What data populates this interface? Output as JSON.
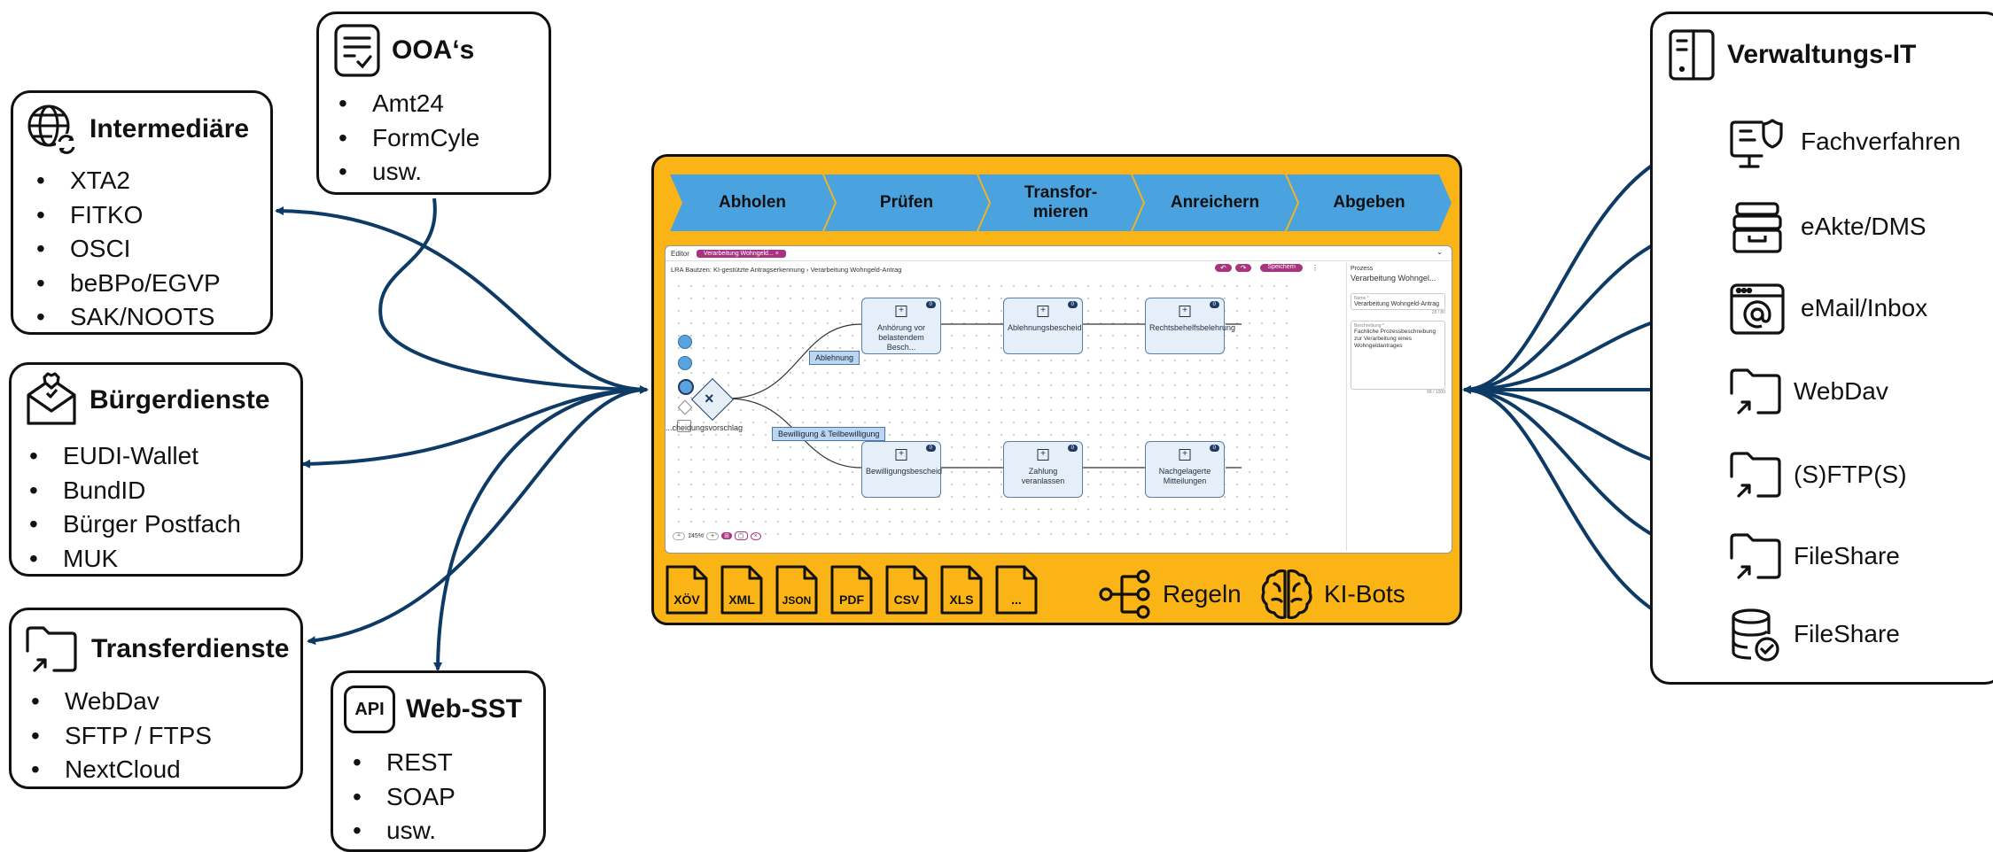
{
  "intermediaere": {
    "title": "Intermediäre",
    "items": [
      "XTA2",
      "FITKO",
      "OSCI",
      "beBPo/EGVP",
      "SAK/NOOTS"
    ]
  },
  "ooa": {
    "title": "OOA‘s",
    "items": [
      "Amt24",
      "FormCyle",
      "usw."
    ]
  },
  "buergerdienste": {
    "title": "Bürgerdienste",
    "items": [
      "EUDI-Wallet",
      "BundID",
      "Bürger Postfach",
      "MUK"
    ]
  },
  "transferdienste": {
    "title": "Transferdienste",
    "items": [
      "WebDav",
      "SFTP / FTPS",
      "NextCloud"
    ]
  },
  "websst": {
    "title": "Web-SST",
    "icon_text": "API",
    "items": [
      "REST",
      "SOAP",
      "usw."
    ]
  },
  "verwaltung": {
    "title": "Verwaltungs-IT",
    "items": [
      {
        "label": "Fachverfahren",
        "icon": "monitor-shield-icon"
      },
      {
        "label": "eAkte/DMS",
        "icon": "archive-box-icon"
      },
      {
        "label": "eMail/Inbox",
        "icon": "browser-at-icon"
      },
      {
        "label": "WebDav",
        "icon": "folder-arrow-icon"
      },
      {
        "label": "(S)FTP(S)",
        "icon": "folder-arrow-icon"
      },
      {
        "label": "FileShare",
        "icon": "folder-arrow-icon"
      },
      {
        "label": "FileShare",
        "icon": "database-check-icon"
      }
    ]
  },
  "pipeline": {
    "steps": [
      "Abholen",
      "Prüfen",
      "Transfor-\nmieren",
      "Anreichern",
      "Abgeben"
    ]
  },
  "editor": {
    "tab_editor": "Editor",
    "tab_active": "Verarbeitung Wohngeld... ×",
    "breadcrumb": "LRA Bautzen: KI-gestützte Antragserkennung  ›  Verarbeitung Wohngeld-Antrag",
    "save_label": "Speichern",
    "panel_header": "Prozess",
    "panel_title": "Verarbeitung Wohngel...",
    "name_label": "Name *",
    "name_value": "Verarbeitung Wohngeld-Antrag",
    "name_count": "28 / 80",
    "desc_label": "Beschreibung *",
    "desc_value": "Fachliche Prozessbeschreibung zur Verarbeitung eines Wohngeldantrages",
    "desc_count": "68 / 1000",
    "zoom": "145%",
    "decision_label": "...cheidungsvorschlag",
    "edge_reject": "Ablehnung",
    "edge_approve": "Bewilligung & Teilbewilligung",
    "nodes": [
      {
        "label": "Anhörung vor belastendem Besch...",
        "badge": "0"
      },
      {
        "label": "Ablehnungsbescheid",
        "badge": "0"
      },
      {
        "label": "Rechtsbehelfsbelehrung",
        "badge": "0"
      },
      {
        "label": "Bewilligungsbescheid",
        "badge": "0"
      },
      {
        "label": "Zahlung veranlassen",
        "badge": "0"
      },
      {
        "label": "Nachgelagerte Mitteilungen",
        "badge": "0"
      }
    ]
  },
  "formats": [
    "XÖV",
    "XML",
    "JSON",
    "PDF",
    "CSV",
    "XLS",
    "..."
  ],
  "rules_label": "Regeln",
  "bots_label": "KI-Bots",
  "colors": {
    "accent": "#fbb416",
    "chevron": "#4aa3df",
    "arrow": "#0d3b66",
    "node_fill": "#e6eef8",
    "tab": "#a8337e"
  }
}
